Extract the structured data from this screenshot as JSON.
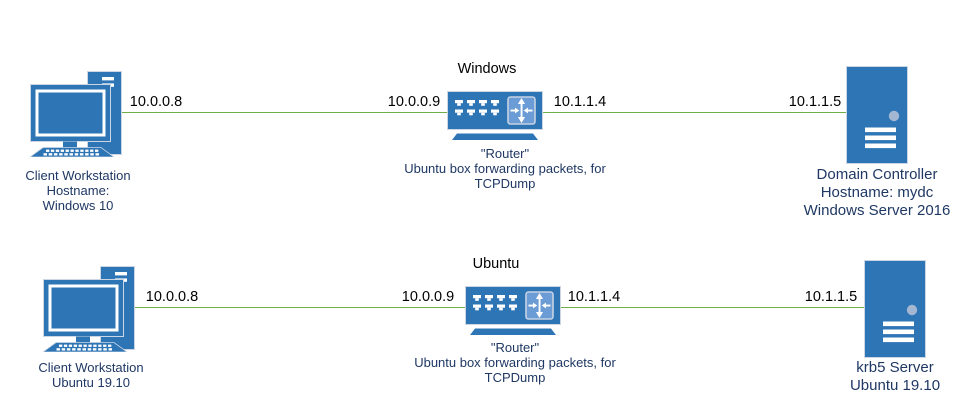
{
  "colors": {
    "device_blue": "#2E75B6",
    "router_badge_blue": "#6B9CD6",
    "link_green": "#6FAD47",
    "caption_navy": "#1F3864",
    "title_black": "#000000"
  },
  "icons": {
    "client": "desktop-computer-icon",
    "router": "router-icon",
    "server": "server-icon"
  },
  "rows": [
    {
      "title": "Windows",
      "ips": {
        "client": "10.0.0.8",
        "router_left": "10.0.0.9",
        "router_right": "10.1.1.4",
        "server": "10.1.1.5"
      },
      "client": {
        "line1": "Client Workstation",
        "line2": "Hostname:",
        "line3": "Windows 10"
      },
      "router": {
        "line1": "\"Router\"",
        "line2": "Ubuntu box forwarding packets, for",
        "line3": "TCPDump"
      },
      "server": {
        "line1": "Domain Controller",
        "line2": "Hostname: mydc",
        "line3": "Windows Server 2016"
      }
    },
    {
      "title": "Ubuntu",
      "ips": {
        "client": "10.0.0.8",
        "router_left": "10.0.0.9",
        "router_right": "10.1.1.4",
        "server": "10.1.1.5"
      },
      "client": {
        "line1": "Client Workstation",
        "line2": "Ubuntu 19.10"
      },
      "router": {
        "line1": "\"Router\"",
        "line2": "Ubuntu box forwarding packets, for",
        "line3": "TCPDump"
      },
      "server": {
        "line1": "krb5 Server",
        "line2": "Ubuntu 19.10"
      }
    }
  ]
}
